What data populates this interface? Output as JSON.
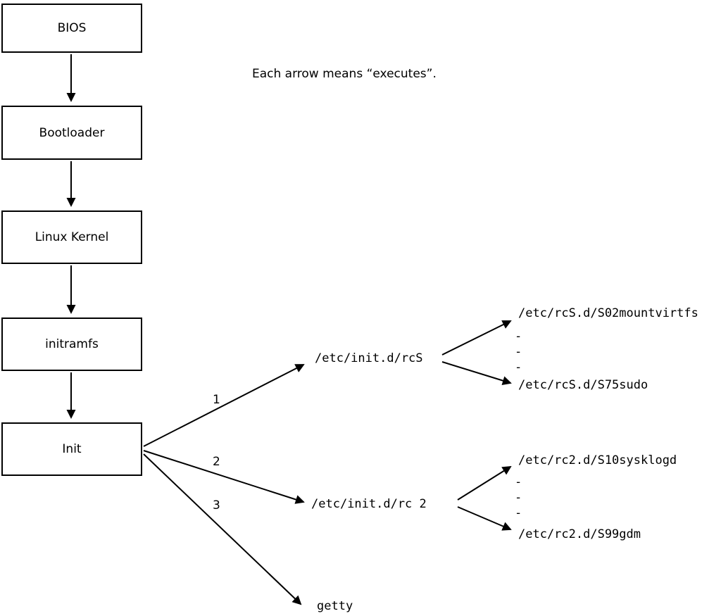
{
  "note": "Each arrow means “executes”.",
  "chain": [
    {
      "label": "BIOS"
    },
    {
      "label": "Bootloader"
    },
    {
      "label": "Linux Kernel"
    },
    {
      "label": "initramfs"
    },
    {
      "label": "Init"
    }
  ],
  "branches": [
    {
      "number": "1",
      "target": "/etc/init.d/rcS"
    },
    {
      "number": "2",
      "target": "/etc/init.d/rc 2"
    },
    {
      "number": "3",
      "target": "getty"
    }
  ],
  "rcS_dir": {
    "first": "/etc/rcS.d/S02mountvirtfs",
    "dashes": "-\n-\n-",
    "last": "/etc/rcS.d/S75sudo"
  },
  "rc2_dir": {
    "first": "/etc/rc2.d/S10sysklogd",
    "dashes": "-\n-\n-",
    "last": "/etc/rc2.d/S99gdm"
  }
}
